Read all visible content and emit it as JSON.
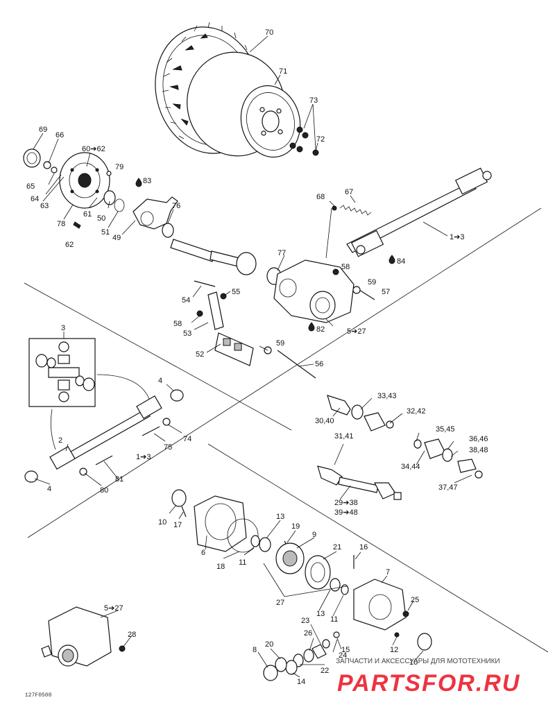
{
  "diagram": {
    "code": "127F0508",
    "watermark": {
      "line1": "ЗАПЧАСТИ И АКСЕССУАРЫ ДЛЯ МОТОТЕХНИКИ",
      "line2": "PARTSFOR.RU"
    },
    "labels": [
      {
        "id": "70",
        "text": "70"
      },
      {
        "id": "71",
        "text": "71"
      },
      {
        "id": "73",
        "text": "73"
      },
      {
        "id": "72",
        "text": "72"
      },
      {
        "id": "69",
        "text": "69"
      },
      {
        "id": "66",
        "text": "66"
      },
      {
        "id": "60_62",
        "text": "60➔62"
      },
      {
        "id": "79",
        "text": "79"
      },
      {
        "id": "83",
        "text": "83"
      },
      {
        "id": "65",
        "text": "65"
      },
      {
        "id": "64",
        "text": "64"
      },
      {
        "id": "63",
        "text": "63"
      },
      {
        "id": "78",
        "text": "78"
      },
      {
        "id": "61",
        "text": "61"
      },
      {
        "id": "50",
        "text": "50"
      },
      {
        "id": "51",
        "text": "51"
      },
      {
        "id": "49",
        "text": "49"
      },
      {
        "id": "76",
        "text": "76"
      },
      {
        "id": "62",
        "text": "62"
      },
      {
        "id": "68",
        "text": "68"
      },
      {
        "id": "67",
        "text": "67"
      },
      {
        "id": "1_3a",
        "text": "1➔3"
      },
      {
        "id": "84",
        "text": "84"
      },
      {
        "id": "77",
        "text": "77"
      },
      {
        "id": "58a",
        "text": "58"
      },
      {
        "id": "59a",
        "text": "59"
      },
      {
        "id": "57",
        "text": "57"
      },
      {
        "id": "54",
        "text": "54"
      },
      {
        "id": "55",
        "text": "55"
      },
      {
        "id": "58b",
        "text": "58"
      },
      {
        "id": "53",
        "text": "53"
      },
      {
        "id": "82",
        "text": "82"
      },
      {
        "id": "5_27a",
        "text": "5➔27"
      },
      {
        "id": "59b",
        "text": "59"
      },
      {
        "id": "52",
        "text": "52"
      },
      {
        "id": "56",
        "text": "56"
      },
      {
        "id": "3",
        "text": "3"
      },
      {
        "id": "4a",
        "text": "4"
      },
      {
        "id": "2",
        "text": "2"
      },
      {
        "id": "74",
        "text": "74"
      },
      {
        "id": "75",
        "text": "75"
      },
      {
        "id": "1_3b",
        "text": "1➔3"
      },
      {
        "id": "81",
        "text": "81"
      },
      {
        "id": "80",
        "text": "80"
      },
      {
        "id": "4b",
        "text": "4"
      },
      {
        "id": "33_43",
        "text": "33,43"
      },
      {
        "id": "32_42",
        "text": "32,42"
      },
      {
        "id": "30_40",
        "text": "30,40"
      },
      {
        "id": "31_41",
        "text": "31,41"
      },
      {
        "id": "35_45",
        "text": "35,45"
      },
      {
        "id": "36_46",
        "text": "36,46"
      },
      {
        "id": "38_48",
        "text": "38,48"
      },
      {
        "id": "34_44",
        "text": "34,44"
      },
      {
        "id": "37_47",
        "text": "37,47"
      },
      {
        "id": "29_38",
        "text": "29➔38"
      },
      {
        "id": "39_48",
        "text": "39➔48"
      },
      {
        "id": "10a",
        "text": "10"
      },
      {
        "id": "17",
        "text": "17"
      },
      {
        "id": "6",
        "text": "6"
      },
      {
        "id": "18",
        "text": "18"
      },
      {
        "id": "11a",
        "text": "11"
      },
      {
        "id": "13a",
        "text": "13"
      },
      {
        "id": "19",
        "text": "19"
      },
      {
        "id": "9",
        "text": "9"
      },
      {
        "id": "21",
        "text": "21"
      },
      {
        "id": "16",
        "text": "16"
      },
      {
        "id": "7",
        "text": "7"
      },
      {
        "id": "27",
        "text": "27"
      },
      {
        "id": "13b",
        "text": "13"
      },
      {
        "id": "11b",
        "text": "11"
      },
      {
        "id": "25",
        "text": "25"
      },
      {
        "id": "5_27b",
        "text": "5➔27"
      },
      {
        "id": "28",
        "text": "28"
      },
      {
        "id": "23",
        "text": "23"
      },
      {
        "id": "26",
        "text": "26"
      },
      {
        "id": "20",
        "text": "20"
      },
      {
        "id": "8",
        "text": "8"
      },
      {
        "id": "24",
        "text": "24"
      },
      {
        "id": "15",
        "text": "15"
      },
      {
        "id": "22",
        "text": "22"
      },
      {
        "id": "14",
        "text": "14"
      },
      {
        "id": "12",
        "text": "12"
      },
      {
        "id": "10b",
        "text": "10"
      }
    ]
  }
}
